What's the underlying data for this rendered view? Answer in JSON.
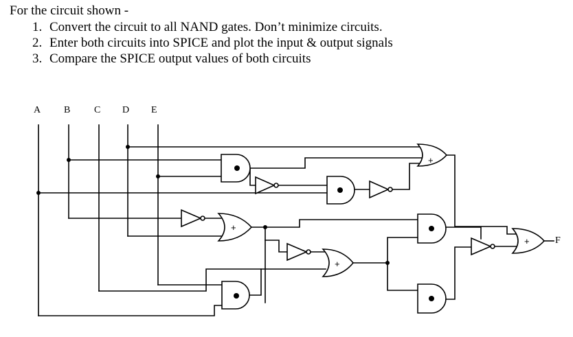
{
  "prompt": {
    "intro": "For the circuit shown -",
    "steps": [
      "Convert the circuit to all NAND gates.  Don’t minimize circuits.",
      "Enter both circuits into SPICE and plot the input & output signals",
      "Compare the SPICE output values of both circuits"
    ]
  },
  "circuit": {
    "inputs": [
      "A",
      "B",
      "C",
      "D",
      "E"
    ],
    "output": "F",
    "and_symbol": "•",
    "or_symbol": "+"
  }
}
